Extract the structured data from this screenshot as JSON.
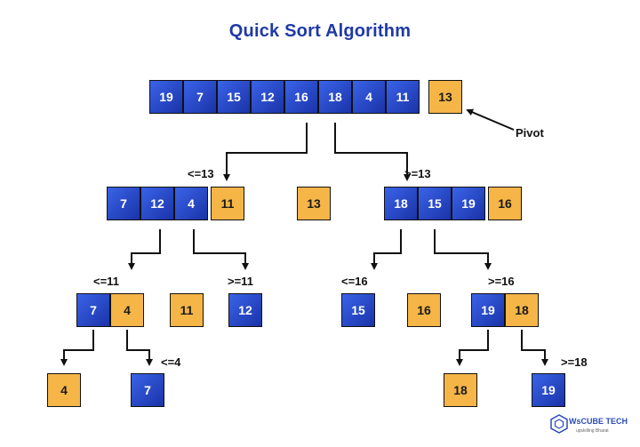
{
  "title": "Quick Sort Algorithm",
  "pivot_label": "Pivot",
  "root": [
    "19",
    "7",
    "15",
    "12",
    "16",
    "18",
    "4",
    "11",
    "13"
  ],
  "level1": {
    "left": [
      "7",
      "12",
      "4",
      "11"
    ],
    "pivot": "13",
    "right": [
      "18",
      "15",
      "19",
      "16"
    ],
    "left_label": "<=13",
    "right_label": ">=13"
  },
  "level2": {
    "a_left": [
      "7",
      "4"
    ],
    "a_pivot": "11",
    "a_right": "12",
    "a_left_label": "<=11",
    "a_right_label": ">=11",
    "b_left": "15",
    "b_pivot": "16",
    "b_right": [
      "19",
      "18"
    ],
    "b_left_label": "<=16",
    "b_right_label": ">=16"
  },
  "level3": {
    "a_left": "4",
    "a_right": "7",
    "a_right_label": "<=4",
    "b_left": "18",
    "b_right": "19",
    "b_right_label": ">=18"
  },
  "logo": {
    "name": "WsCUBE TECH",
    "tagline": "upskilling Bharat"
  }
}
